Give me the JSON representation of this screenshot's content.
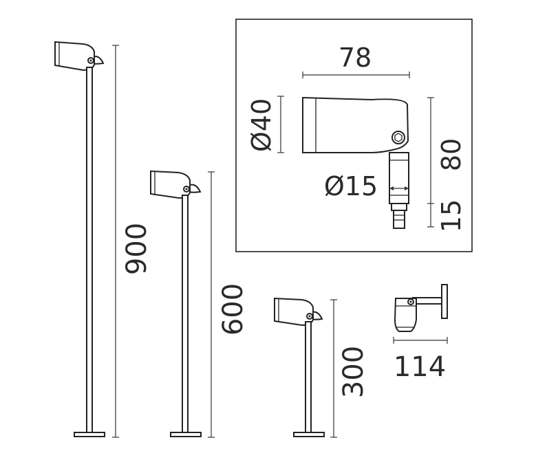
{
  "dimensions": {
    "height_900": "900",
    "height_600": "600",
    "height_300": "300",
    "wall_width": "114",
    "detail_width": "78",
    "detail_head_diameter": "Ø40",
    "detail_stem_diameter": "Ø15",
    "detail_height": "80",
    "detail_spigot": "15"
  }
}
